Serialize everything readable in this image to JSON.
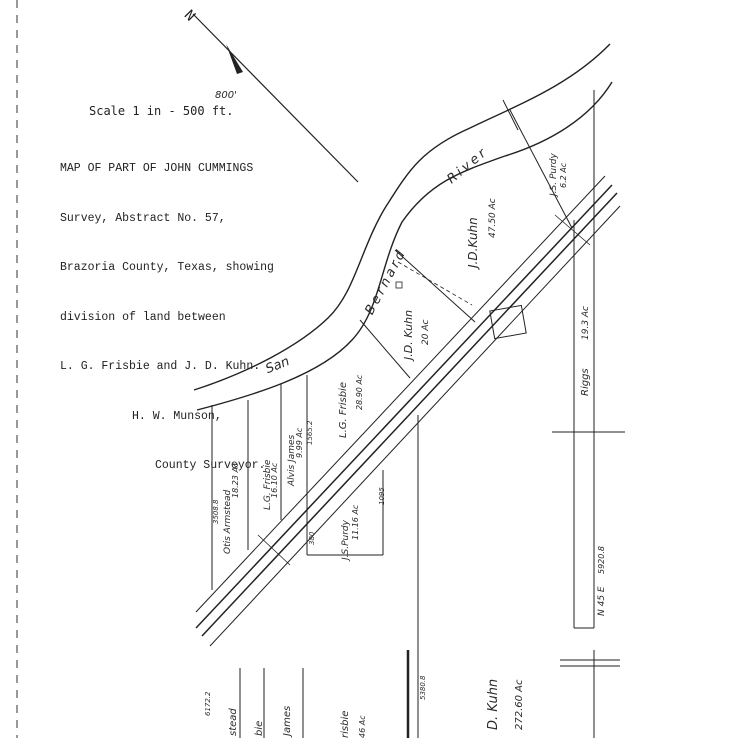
{
  "scale": {
    "handwritten": "800'",
    "text": "Scale 1 in - 500 ft."
  },
  "title_lines": [
    "MAP OF PART OF JOHN CUMMINGS",
    "Survey, Abstract No. 57,",
    "Brazoria County, Texas, showing",
    "division of land between",
    "L. G. Frisbie and J. D. Kuhn."
  ],
  "surveyor": {
    "name": "H. W. Munson,",
    "title": "County Surveyor."
  },
  "north_label": "N",
  "river": {
    "w1": "San",
    "w2": "Bernard",
    "w3": "River"
  },
  "parcels": {
    "purdy_top": {
      "owner": "J.S. Purdy",
      "area": "6.2 Ac"
    },
    "kuhn_4750": {
      "owner": "J.D.Kuhn",
      "area": "47.50 Ac"
    },
    "kuhn_20": {
      "owner": "J.D. Kuhn",
      "area": "20 Ac"
    },
    "frisbie_2890": {
      "owner": "L.G. Frisbie",
      "area": "28.90 Ac"
    },
    "riggs": {
      "owner": "Riggs",
      "area": "19.3 Ac"
    },
    "alvis_james": {
      "owner": "Alvis James",
      "area": "9.99 Ac"
    },
    "frisbie_1610": {
      "owner": "L.G. Frisbie",
      "area": "16.10 Ac"
    },
    "otis_armstead": {
      "owner": "Otis Armstead",
      "area": "18.23 Ac"
    },
    "purdy_1116": {
      "owner": "J.S.Purdy",
      "area": "11.16 Ac"
    },
    "kuhn_27260": {
      "owner": "D. Kuhn",
      "area": "272.60 Ac"
    },
    "frisbie_bottom": {
      "owner": "risbie",
      "area": "46 Ac"
    },
    "bottom_left_1": "bie",
    "bottom_left_2": "James",
    "bottom_left_3": "stead"
  },
  "bearings": {
    "n45e": "N 45 E",
    "n45e_dist": "5920.8"
  },
  "dims": {
    "d1": "3508.8",
    "d2": "1565.2",
    "d3": "5380.8",
    "d4": "6172.2",
    "d5": "380",
    "d6": "1095"
  }
}
